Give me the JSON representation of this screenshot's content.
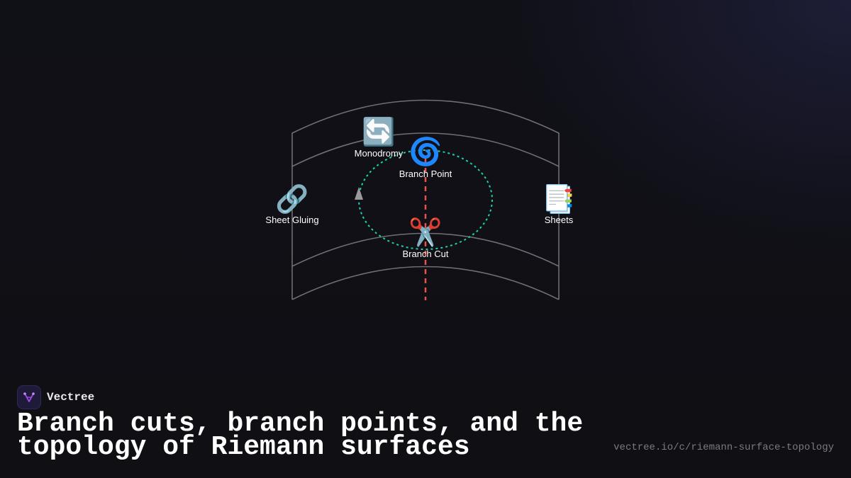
{
  "diagram": {
    "nodes": {
      "monodromy": {
        "icon": "refresh-arrows-icon",
        "emoji": "🔄",
        "label": "Monodromy"
      },
      "branch_point": {
        "icon": "cyclone-icon",
        "emoji": "🌀",
        "label": "Branch Point"
      },
      "sheet_gluing": {
        "icon": "link-icon",
        "emoji": "🔗",
        "label": "Sheet Gluing"
      },
      "sheets": {
        "icon": "bookmark-tabs-icon",
        "emoji": "📑",
        "label": "Sheets"
      },
      "branch_cut": {
        "icon": "scissors-icon",
        "emoji": "✂️",
        "label": "Branch Cut"
      }
    },
    "colors": {
      "sheet_stroke": "#6e6e74",
      "branch_cut_line": "#e8524a",
      "monodromy_loop": "#19d3b2",
      "arrow": "#9a9a9a"
    }
  },
  "brand": {
    "name": "Vectree",
    "icon": "vectree-logo-icon",
    "accent": "#a24be8"
  },
  "title": "Branch cuts, branch points, and the topology of Riemann surfaces",
  "url": "vectree.io/c/riemann-surface-topology"
}
